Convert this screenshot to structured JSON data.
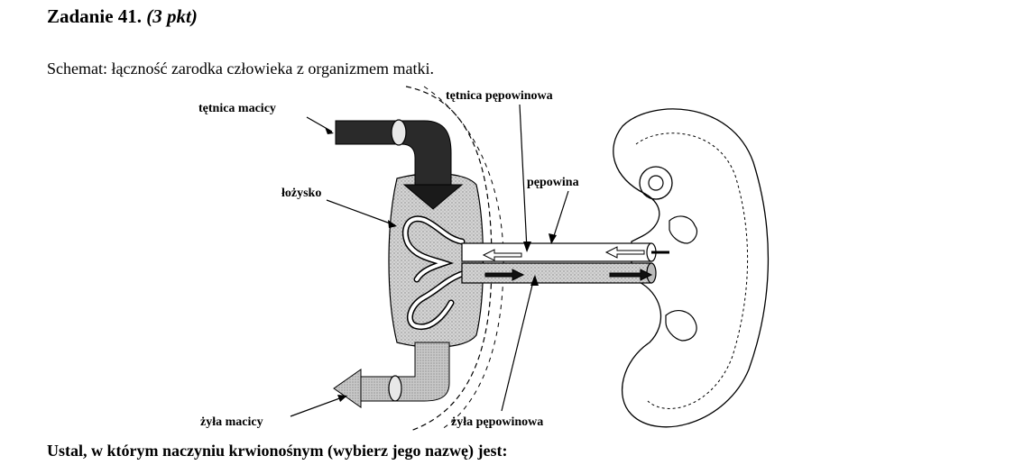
{
  "task": {
    "number_label": "Zadanie 41.",
    "points_label": "(3 pkt)"
  },
  "caption": "Schemat: łączność zarodka człowieka z organizmem matki.",
  "labels": {
    "uterine_artery": "tętnica macicy",
    "placenta": "łożysko",
    "umbilical_artery": "tętnica pępowinowa",
    "umbilical_cord": "pępowina",
    "uterine_vein": "żyła macicy",
    "umbilical_vein": "żyła pępowinowa"
  },
  "question": "Ustal, w którym naczyniu krwionośnym (wybierz jego nazwę) jest:"
}
